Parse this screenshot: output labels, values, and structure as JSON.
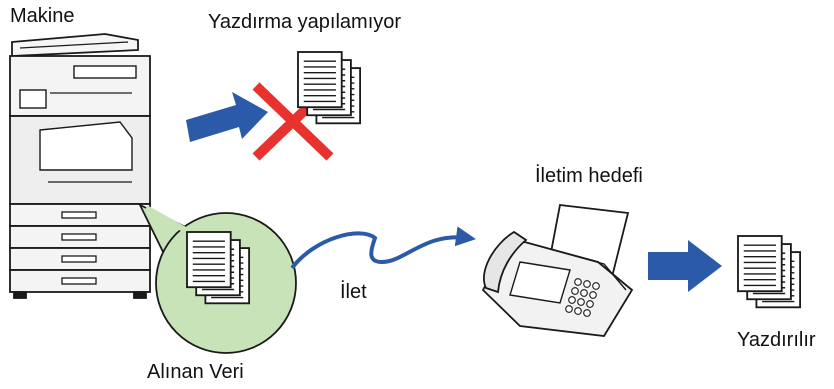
{
  "labels": {
    "machine": "Makine",
    "cannot_print": "Yazdırma yapılamıyor",
    "destination": "İletim hedefi",
    "forward": "İlet",
    "received_data": "Alınan Veri",
    "printed": "Yazdırılır"
  },
  "colors": {
    "arrow_blue": "#2a5aa8",
    "cross_red": "#e8322e",
    "bubble_green": "#c8e3b8",
    "outline": "#1a1a1a",
    "device_gray": "#f1f1f1"
  },
  "icons": {
    "machine": "multifunction-printer-icon",
    "fax": "fax-machine-icon",
    "documents": "document-stack-icon",
    "cross": "x-mark-icon",
    "arrow": "right-arrow-icon",
    "forward_path": "lightning-arrow-icon"
  }
}
